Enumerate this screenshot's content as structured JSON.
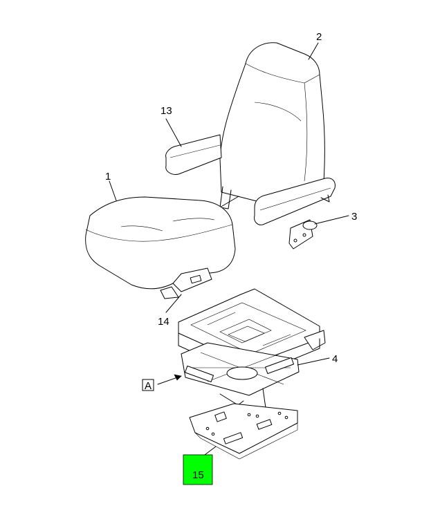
{
  "callouts": {
    "c1": "1",
    "c2": "2",
    "c3": "3",
    "c4": "4",
    "c13": "13",
    "c14": "14",
    "c15": "15",
    "view_a": "A"
  },
  "colors": {
    "highlight": "#00ff00",
    "line": "#000000",
    "background": "#ffffff"
  }
}
